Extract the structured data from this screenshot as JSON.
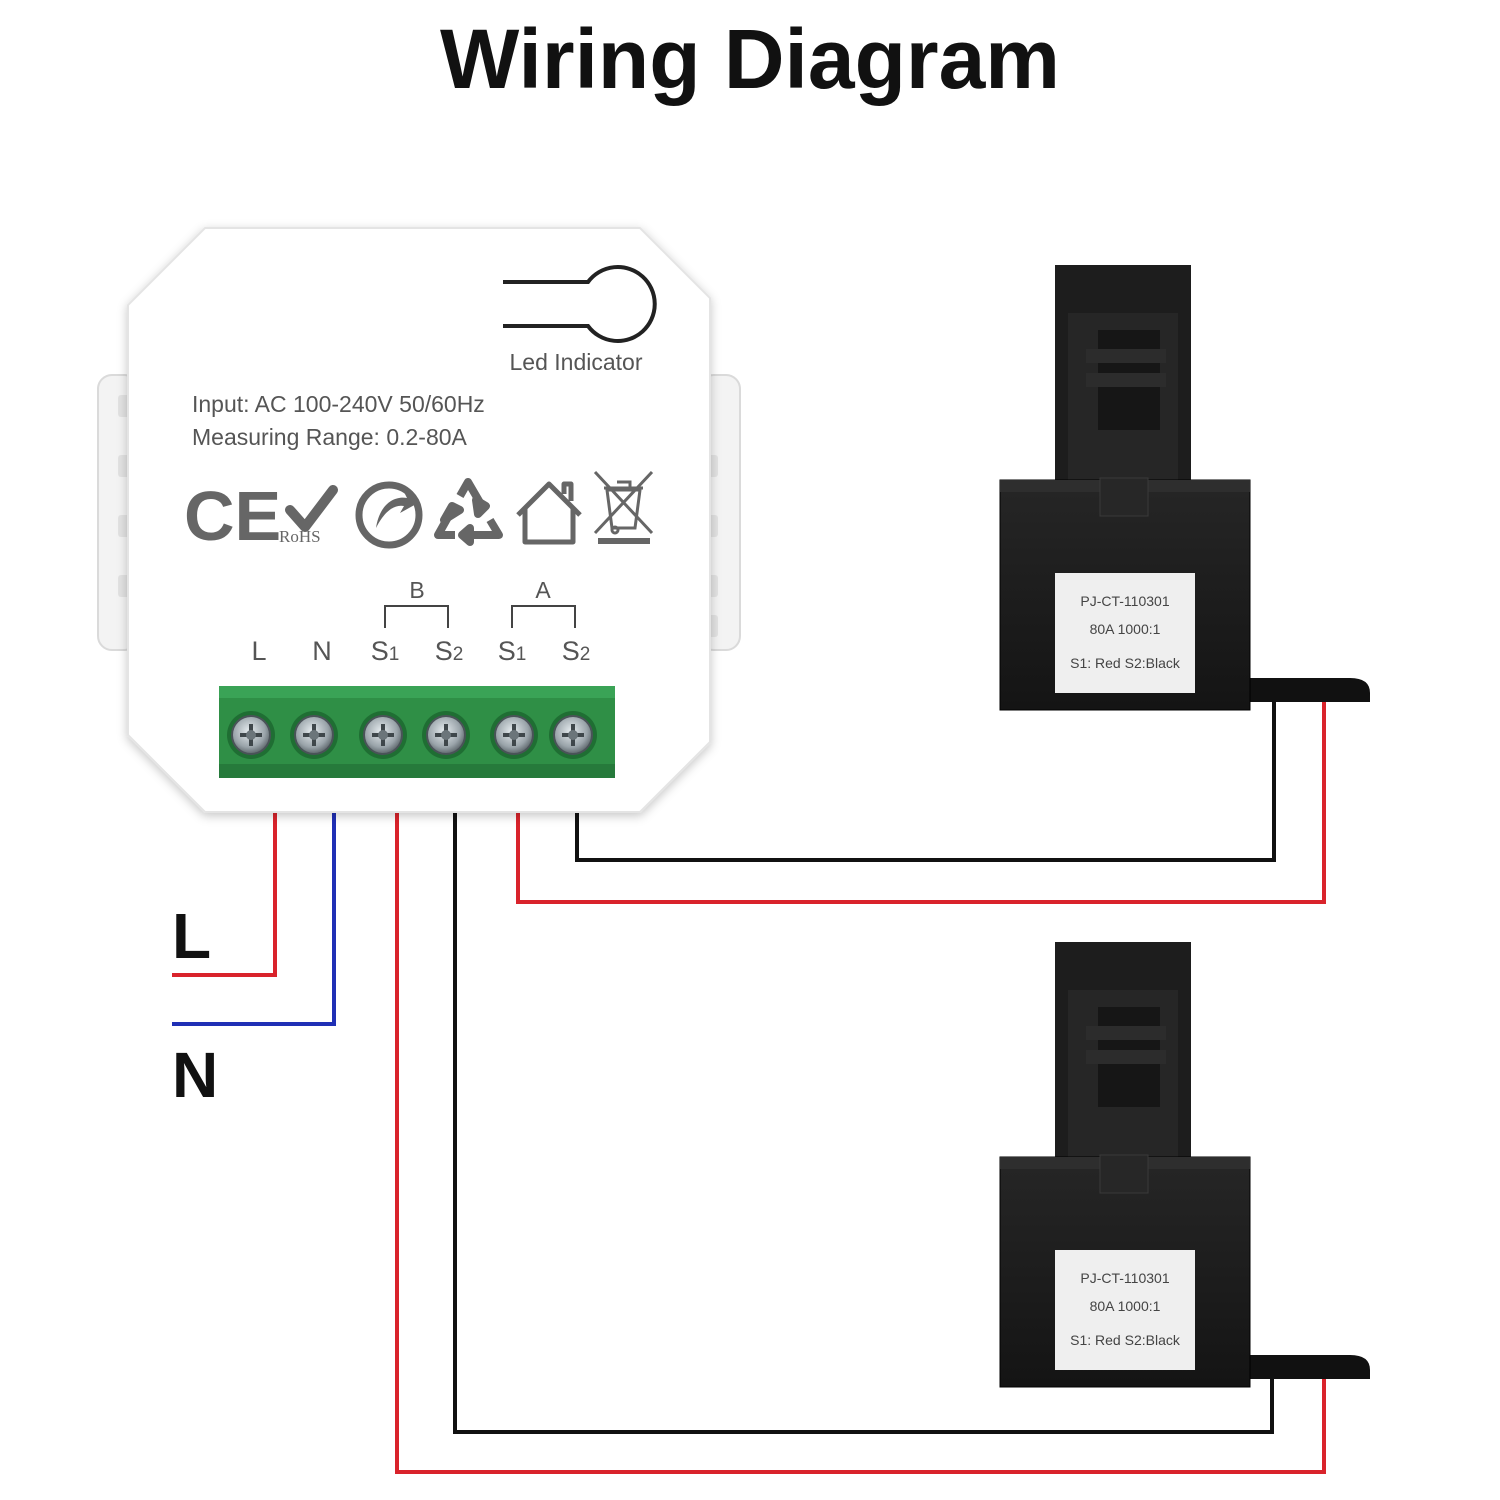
{
  "title": "Wiring Diagram",
  "module": {
    "led_label": "Led Indicator",
    "spec_input": "Input: AC 100-240V 50/60Hz",
    "spec_range": "Measuring Range: 0.2-80A",
    "cert_marks": [
      "CE",
      "RoHS"
    ],
    "group_b": "B",
    "group_a": "A",
    "terminals": [
      {
        "main": "L",
        "sub": ""
      },
      {
        "main": "N",
        "sub": ""
      },
      {
        "main": "S",
        "sub": "1"
      },
      {
        "main": "S",
        "sub": "2"
      },
      {
        "main": "S",
        "sub": "1"
      },
      {
        "main": "S",
        "sub": "2"
      }
    ]
  },
  "sensors": [
    {
      "model": "PJ-CT-110301",
      "rating": "80A 1000:1",
      "wires": "S1: Red  S2:Black"
    },
    {
      "model": "PJ-CT-110301",
      "rating": "80A 1000:1",
      "wires": "S1: Red  S2:Black"
    }
  ],
  "supply": {
    "line": "L",
    "neutral": "N"
  },
  "colors": {
    "red_wire": "#d9232b",
    "blue_wire": "#1f2fb5",
    "black_wire": "#111111",
    "terminal_green": "#2f8f46",
    "sensor_body": "#1b1b1b"
  },
  "icons": [
    "ce-mark-icon",
    "rohs-icon",
    "green-dot-icon",
    "recycle-icon",
    "house-icon",
    "weee-bin-icon"
  ]
}
